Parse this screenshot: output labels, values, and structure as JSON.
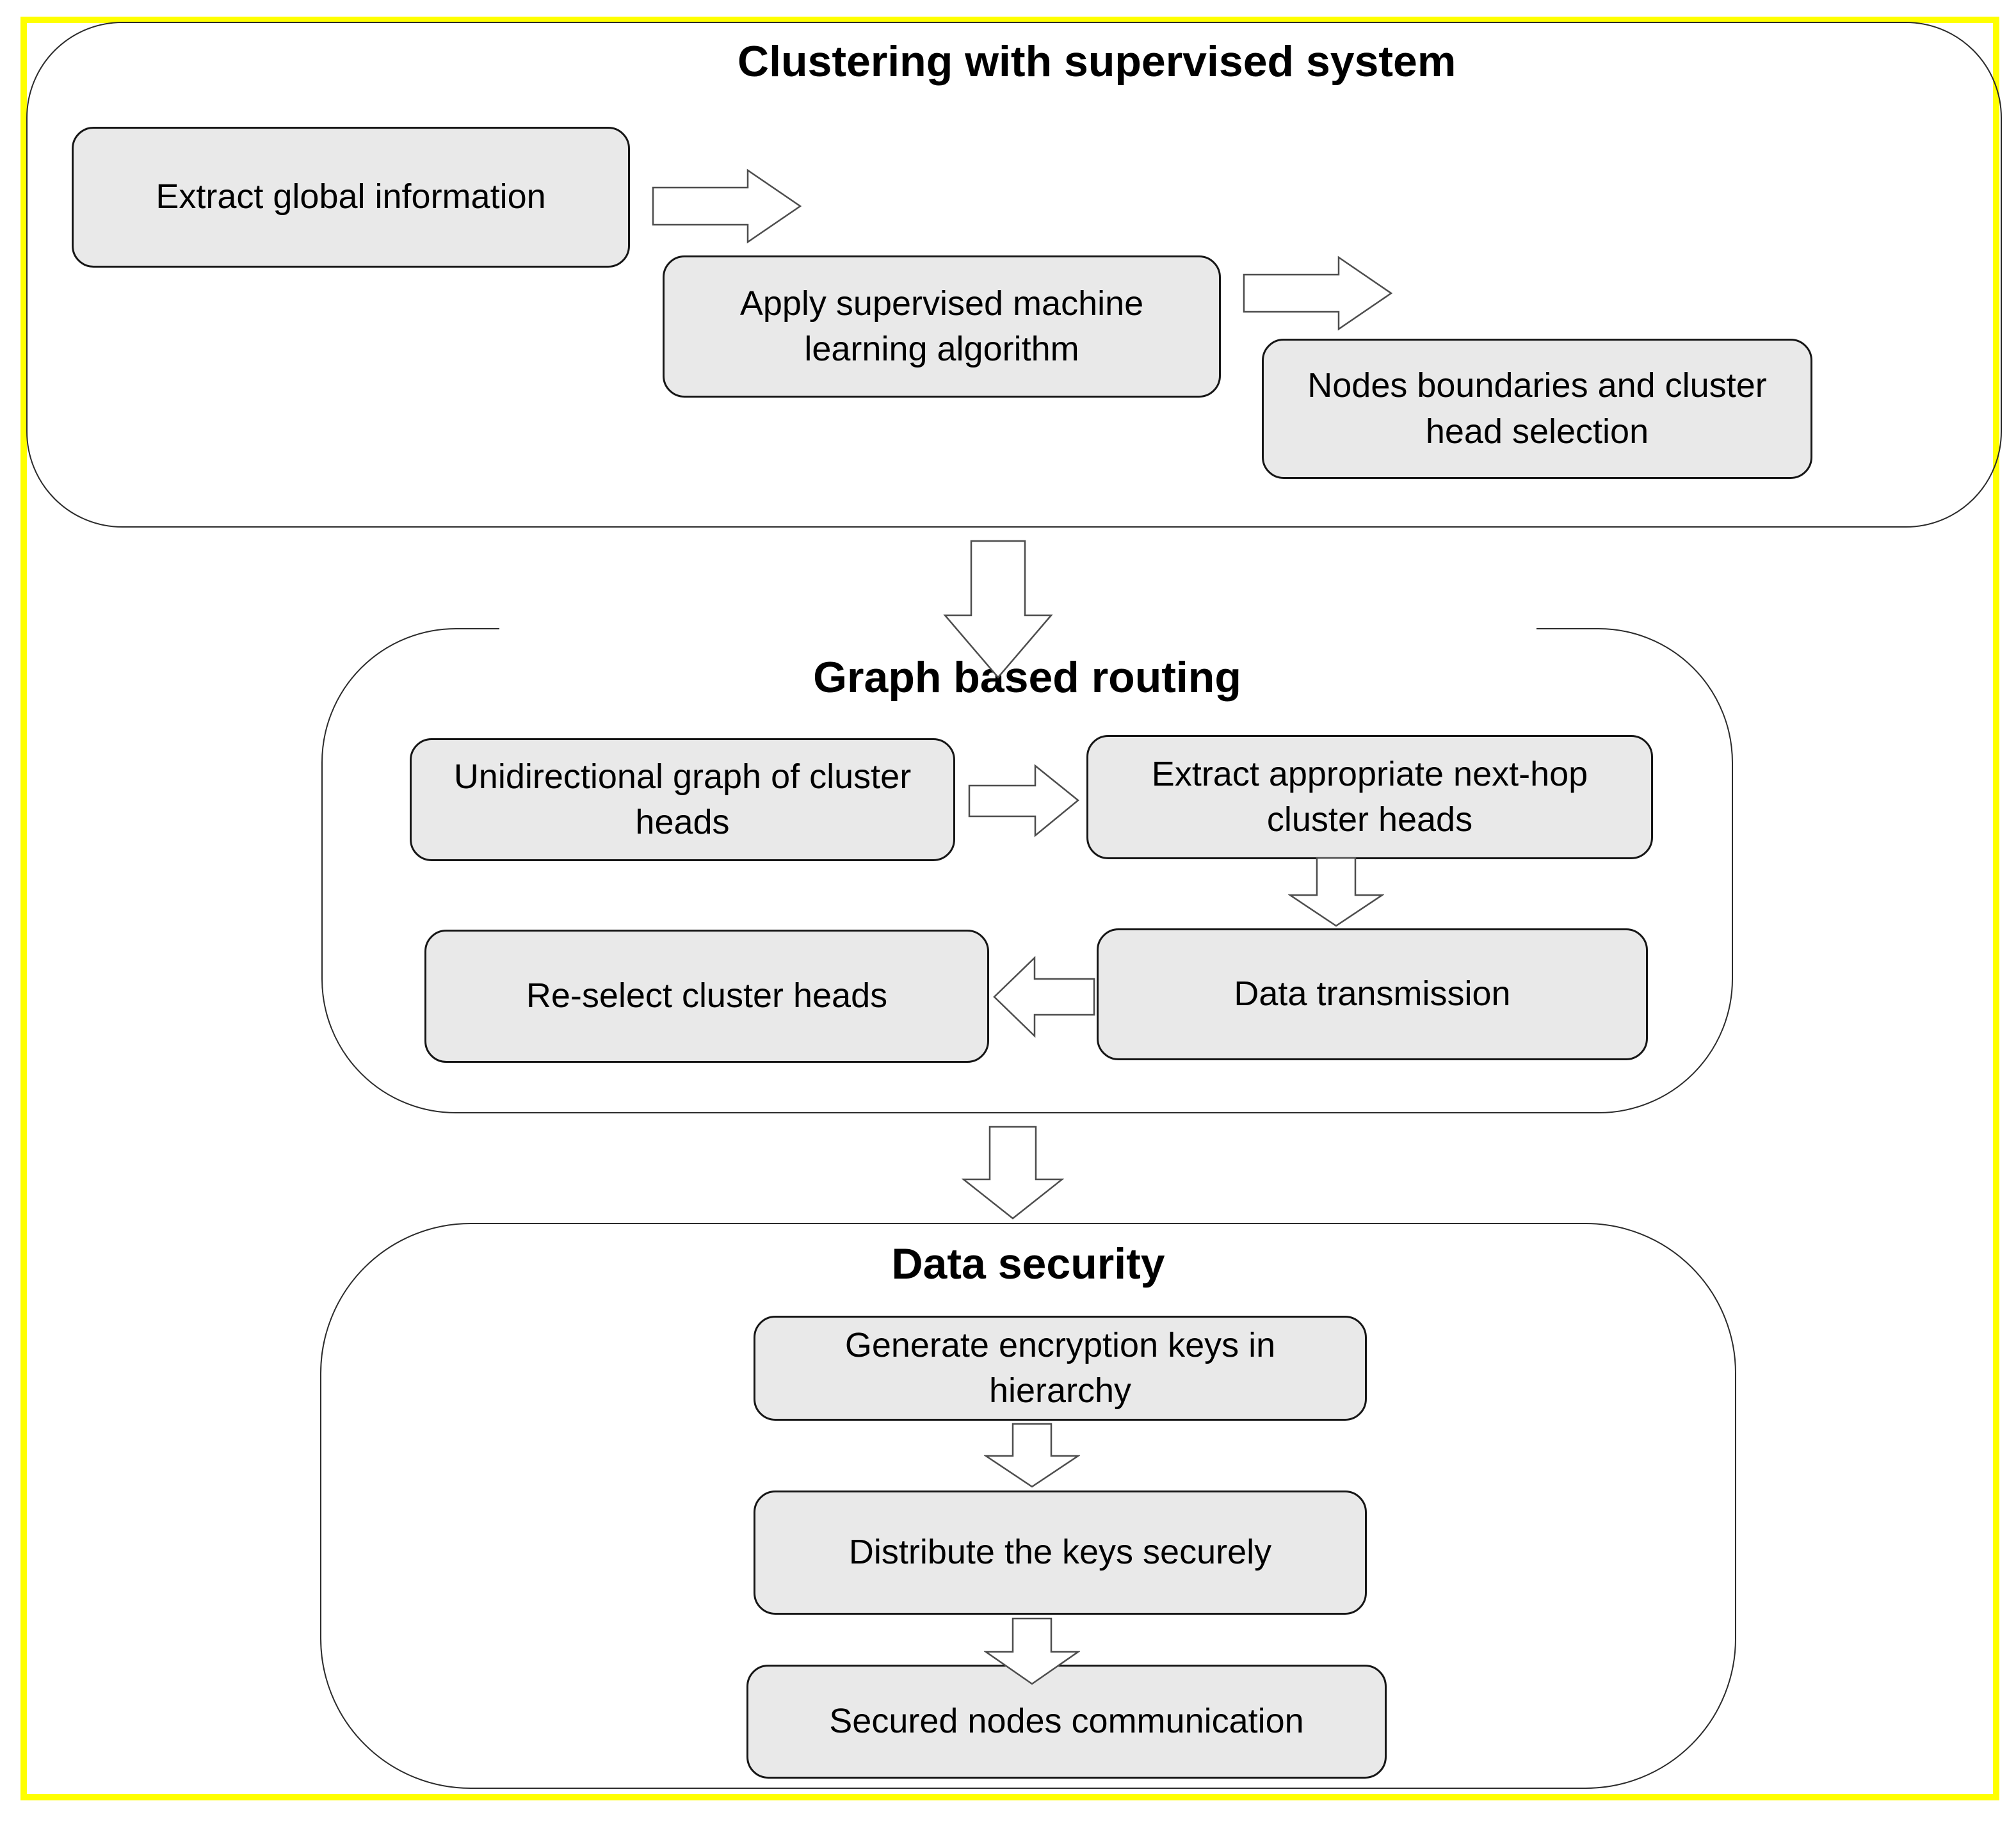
{
  "page": {
    "type": "flow-diagram",
    "background": "#ffffff",
    "frame_color": "#ffff00",
    "node_fill": "#e9e9e9",
    "node_border": "#161616",
    "text_color": "#000000"
  },
  "sections": [
    {
      "id": "clustering",
      "title": "Clustering with supervised system",
      "nodes": [
        "Extract global information",
        "Apply supervised machine learning algorithm",
        "Nodes boundaries and cluster head selection"
      ]
    },
    {
      "id": "routing",
      "title": "Graph based routing",
      "nodes": [
        "Unidirectional graph of cluster heads",
        "Extract appropriate next-hop cluster heads",
        "Re-select cluster heads",
        "Data transmission"
      ]
    },
    {
      "id": "security",
      "title": "Data security",
      "nodes": [
        "Generate encryption keys in hierarchy",
        "Distribute the keys securely",
        "Secured nodes communication"
      ]
    }
  ],
  "flow": [
    {
      "from": "Extract global information",
      "to": "Apply supervised machine learning algorithm",
      "direction": "right"
    },
    {
      "from": "Apply supervised machine learning algorithm",
      "to": "Nodes boundaries and cluster head selection",
      "direction": "right"
    },
    {
      "from": "Clustering with supervised system",
      "to": "Graph based routing",
      "direction": "down"
    },
    {
      "from": "Unidirectional graph of cluster heads",
      "to": "Extract appropriate next-hop cluster heads",
      "direction": "right"
    },
    {
      "from": "Extract appropriate next-hop cluster heads",
      "to": "Data transmission",
      "direction": "down"
    },
    {
      "from": "Data transmission",
      "to": "Re-select cluster heads",
      "direction": "left"
    },
    {
      "from": "Graph based routing",
      "to": "Data security",
      "direction": "down"
    },
    {
      "from": "Generate encryption keys in hierarchy",
      "to": "Distribute the keys securely",
      "direction": "down"
    },
    {
      "from": "Distribute the keys securely",
      "to": "Secured nodes communication",
      "direction": "down"
    }
  ]
}
